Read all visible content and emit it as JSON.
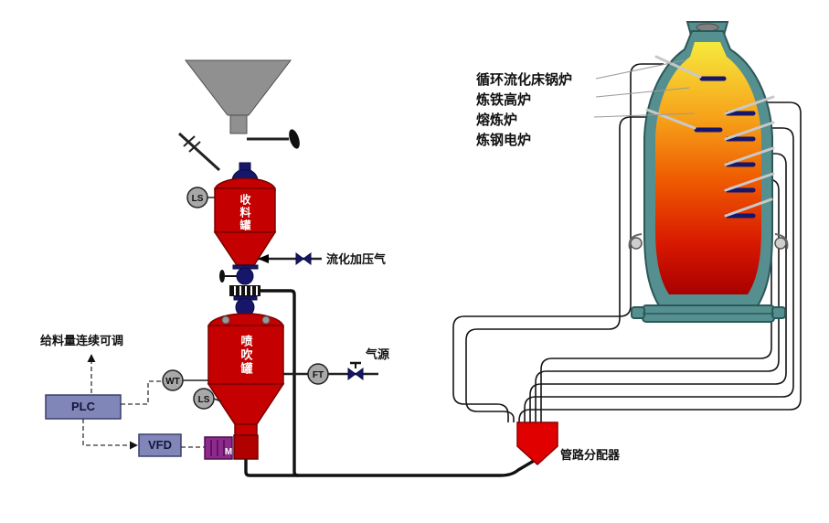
{
  "feeder": {
    "receiving_tank_label": "收料罐",
    "injection_tank_label": "喷吹罐",
    "fluidization_gas_label": "流化加压气",
    "gas_source_label": "气源",
    "feed_adjust_note": "给料量连续可调",
    "plc_label": "PLC",
    "vfd_label": "VFD",
    "motor_label": "M",
    "sensor_ls_top": "LS",
    "sensor_wt": "WT",
    "sensor_ls_bottom": "LS",
    "sensor_ft": "FT"
  },
  "distribution": {
    "distributor_label": "管路分配器"
  },
  "furnace": {
    "applications": [
      "循环流化床锅炉",
      "炼铁高炉",
      "熔炼炉",
      "炼钢电炉"
    ]
  },
  "colors": {
    "vessel_red": "#c40000",
    "valve_navy": "#16166b",
    "furnace_shell_teal": "#568f8f",
    "flame_top": "#f6e93c",
    "flame_bottom": "#a80000",
    "motor_purple": "#8e2a8e",
    "control_box_slate": "#8186b8",
    "distributor_red": "#e00000",
    "hopper_gray": "#909090"
  }
}
